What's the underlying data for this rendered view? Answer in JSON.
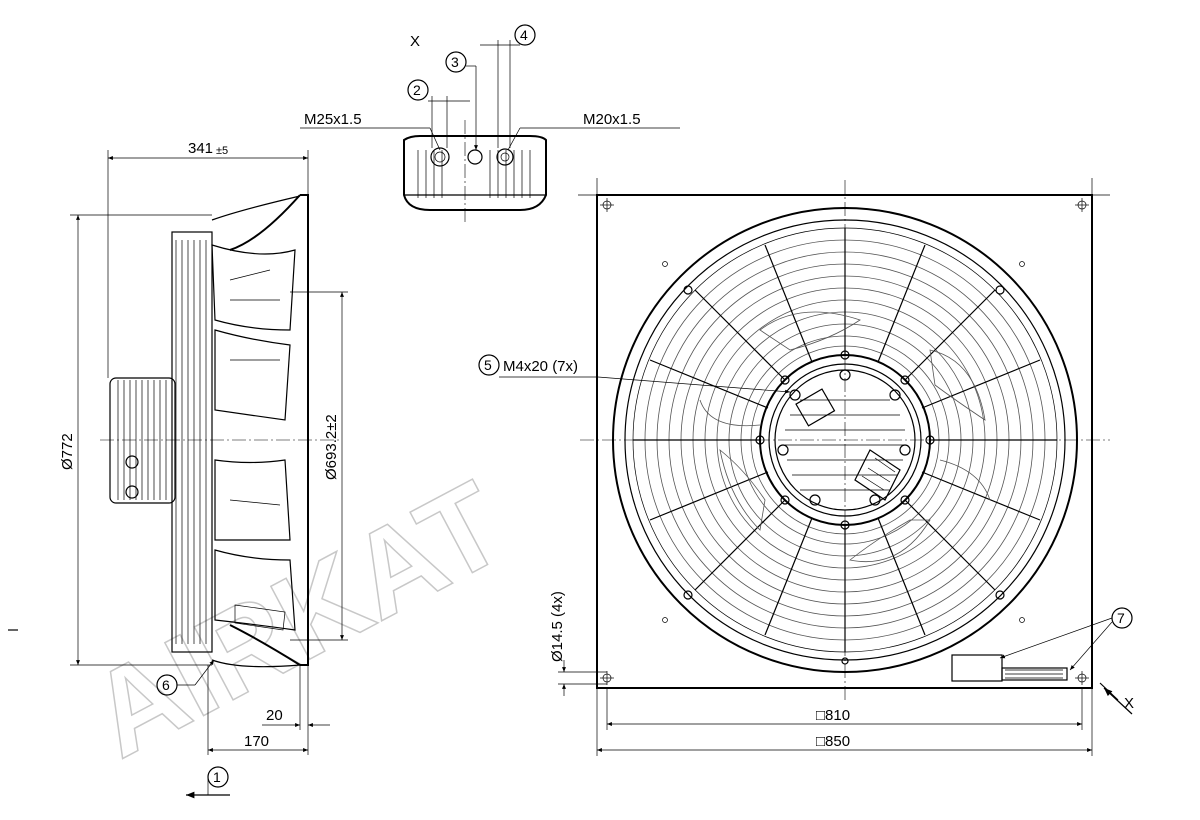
{
  "watermark": "AIRKAT",
  "side_view": {
    "dim_length": "341",
    "dim_length_tol": "±5",
    "dim_outer_diameter": "Ø772",
    "dim_inner_diameter": "Ø693.2±2",
    "dim_bottom_20": "20",
    "dim_bottom_170": "170",
    "callout_6": "6",
    "callout_1": "1"
  },
  "detail_x": {
    "title": "X",
    "callout_2": "2",
    "callout_3": "3",
    "callout_4": "4",
    "label_left_thread": "M25x1.5",
    "label_right_thread": "M20x1.5"
  },
  "front_view": {
    "callout_5": "5",
    "label_screws": "M4x20 (7x)",
    "dim_hole": "Ø14.5 (4x)",
    "callout_7": "7",
    "dim_810": "□810",
    "dim_850": "□850",
    "view_arrow_label": "X"
  }
}
